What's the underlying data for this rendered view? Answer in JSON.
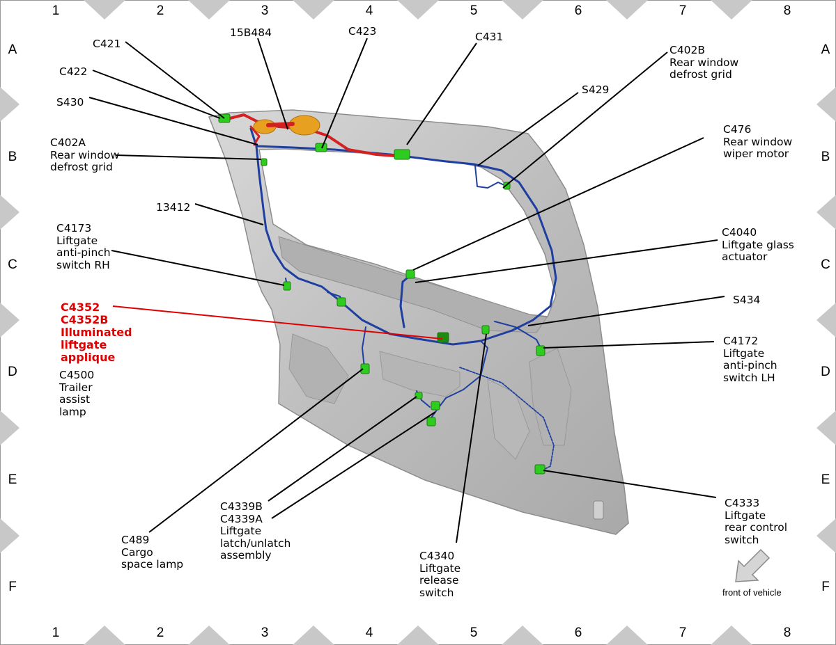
{
  "grid": {
    "columns": [
      "1",
      "2",
      "3",
      "4",
      "5",
      "6",
      "7",
      "8"
    ],
    "rows": [
      "A",
      "B",
      "C",
      "D",
      "E",
      "F"
    ]
  },
  "colors": {
    "panel": "#c4c4c4",
    "harness_blue": "#1f3fa0",
    "harness_red": "#d42020",
    "harness_orange": "#e8a020",
    "connector_green": "#2ecc1f",
    "highlight_red": "#e00000"
  },
  "callouts": {
    "c421": [
      "C421"
    ],
    "c422": [
      "C422"
    ],
    "s430": [
      "S430"
    ],
    "c402a": [
      "C402A",
      "Rear window",
      "defrost grid"
    ],
    "p15b484": [
      "15B484"
    ],
    "c423": [
      "C423"
    ],
    "c431": [
      "C431"
    ],
    "c402b": [
      "C402B",
      "Rear window",
      "defrost grid"
    ],
    "s429": [
      "S429"
    ],
    "c476": [
      "C476",
      "Rear window",
      "wiper motor"
    ],
    "p13412": [
      "13412"
    ],
    "c4173": [
      "C4173",
      "Liftgate",
      "anti-pinch",
      "switch RH"
    ],
    "c4040": [
      "C4040",
      "Liftgate glass",
      "actuator"
    ],
    "c4352": [
      "C4352",
      "C4352B",
      "Illuminated",
      "liftgate",
      "applique"
    ],
    "s434": [
      "S434"
    ],
    "c4500": [
      "C4500",
      "Trailer",
      "assist",
      "lamp"
    ],
    "c4172": [
      "C4172",
      "Liftgate",
      "anti-pinch",
      "switch LH"
    ],
    "c4339": [
      "C4339B",
      "C4339A",
      "Liftgate",
      "latch/unlatch",
      "assembly"
    ],
    "c4333": [
      "C4333",
      "Liftgate",
      "rear control",
      "switch"
    ],
    "c489": [
      "C489",
      "Cargo",
      "space lamp"
    ],
    "c4340": [
      "C4340",
      "Liftgate",
      "release",
      "switch"
    ]
  },
  "front_indicator": {
    "label": "front of vehicle"
  }
}
